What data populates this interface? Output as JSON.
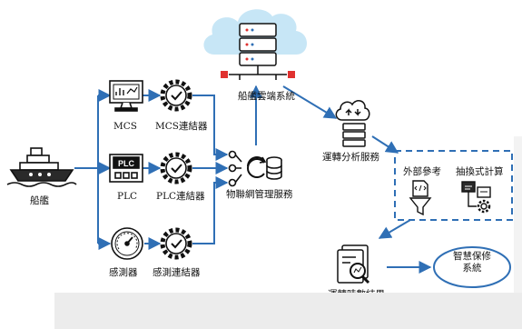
{
  "nodes": {
    "ship": "船艦",
    "mcs": "MCS",
    "plc": "PLC",
    "plc_screen_text": "PLC",
    "sensor": "感測器",
    "mcs_connector": "MCS連結器",
    "plc_connector": "PLC連結器",
    "sensor_connector": "感測連結器",
    "cloud": "船艦雲端系統",
    "iot_service": "物聯網管理服務",
    "analysis_service": "運轉分析服務",
    "external_ref": "外部參考",
    "pluggable_calc": "抽換式計算",
    "result": "運轉時數結果",
    "maintenance_line1": "智慧保修",
    "maintenance_line2": "系統"
  },
  "colors": {
    "arrow": "#2f6fb5",
    "cloud_fill": "#c7e6f6",
    "red_marker": "#e0312f",
    "dashed_box": "#2f6fb5",
    "footer_band": "#ececec"
  }
}
